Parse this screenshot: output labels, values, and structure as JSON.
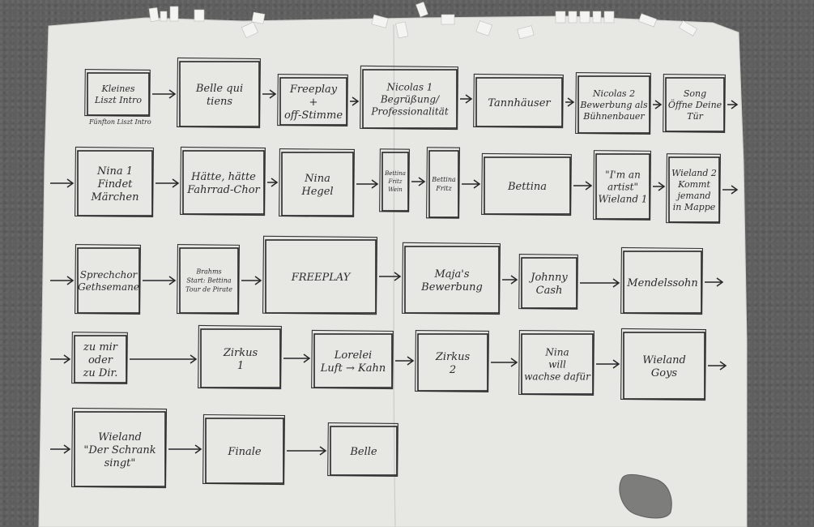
{
  "storyboard": {
    "rows": [
      [
        {
          "lines": [
            "Kleines",
            "Liszt Intro"
          ]
        },
        {
          "lines": [
            "Belle qui",
            "tiens"
          ]
        },
        {
          "lines": [
            "Freeplay",
            "+",
            "off-Stimme"
          ]
        },
        {
          "lines": [
            "Nicolas 1",
            "Begrüßung/",
            "Professionalität"
          ]
        },
        {
          "lines": [
            "Tannhäuser"
          ]
        },
        {
          "lines": [
            "Nicolas 2",
            "Bewerbung als",
            "Bühnenbauer"
          ]
        },
        {
          "lines": [
            "Song",
            "Öffne Deine",
            "Tür"
          ]
        }
      ],
      [
        {
          "lines": [
            "Nina 1",
            "Findet",
            "Märchen"
          ]
        },
        {
          "lines": [
            "Hätte, hätte",
            "Fahrrad-Chor"
          ]
        },
        {
          "lines": [
            "Nina",
            "Hegel"
          ]
        },
        {
          "lines": [
            "Bettina",
            "Fritz",
            "Wein"
          ]
        },
        {
          "lines": [
            "Bettina",
            "Fritz"
          ]
        },
        {
          "lines": [
            "Bettina"
          ]
        },
        {
          "lines": [
            "\"I'm an",
            "artist\"",
            "Wieland 1"
          ]
        },
        {
          "lines": [
            "Wieland 2",
            "Kommt",
            "jemand",
            "in Mappe"
          ]
        }
      ],
      [
        {
          "lines": [
            "Sprechchor",
            "Gethsemane"
          ]
        },
        {
          "lines": [
            "Brahms",
            "Start: Bettina",
            "Tour de Pirate"
          ]
        },
        {
          "lines": [
            "FREEPLAY"
          ]
        },
        {
          "lines": [
            "Maja's",
            "Bewerbung"
          ]
        },
        {
          "lines": [
            "Johnny",
            "Cash"
          ]
        },
        {
          "lines": [
            "Mendelssohn"
          ]
        }
      ],
      [
        {
          "lines": [
            "zu mir",
            "oder",
            "zu Dir."
          ]
        },
        {
          "lines": [
            "Zirkus",
            "1"
          ]
        },
        {
          "lines": [
            "Lorelei",
            "Luft → Kahn"
          ]
        },
        {
          "lines": [
            "Zirkus",
            "2"
          ]
        },
        {
          "lines": [
            "Nina",
            "will",
            "wachse dafür"
          ]
        },
        {
          "lines": [
            "Wieland",
            "Goys"
          ]
        }
      ],
      [
        {
          "lines": [
            "Wieland",
            "\"Der Schrank",
            "singt\""
          ]
        },
        {
          "lines": [
            "Finale"
          ]
        },
        {
          "lines": [
            "Belle"
          ]
        }
      ]
    ],
    "margin_note": "Fünfton Liszt Intro",
    "colors": {
      "paper": "#e7e7e4",
      "ink": "#262626",
      "ground": "#5f5f5f",
      "stone": "#7d7d7b"
    }
  }
}
